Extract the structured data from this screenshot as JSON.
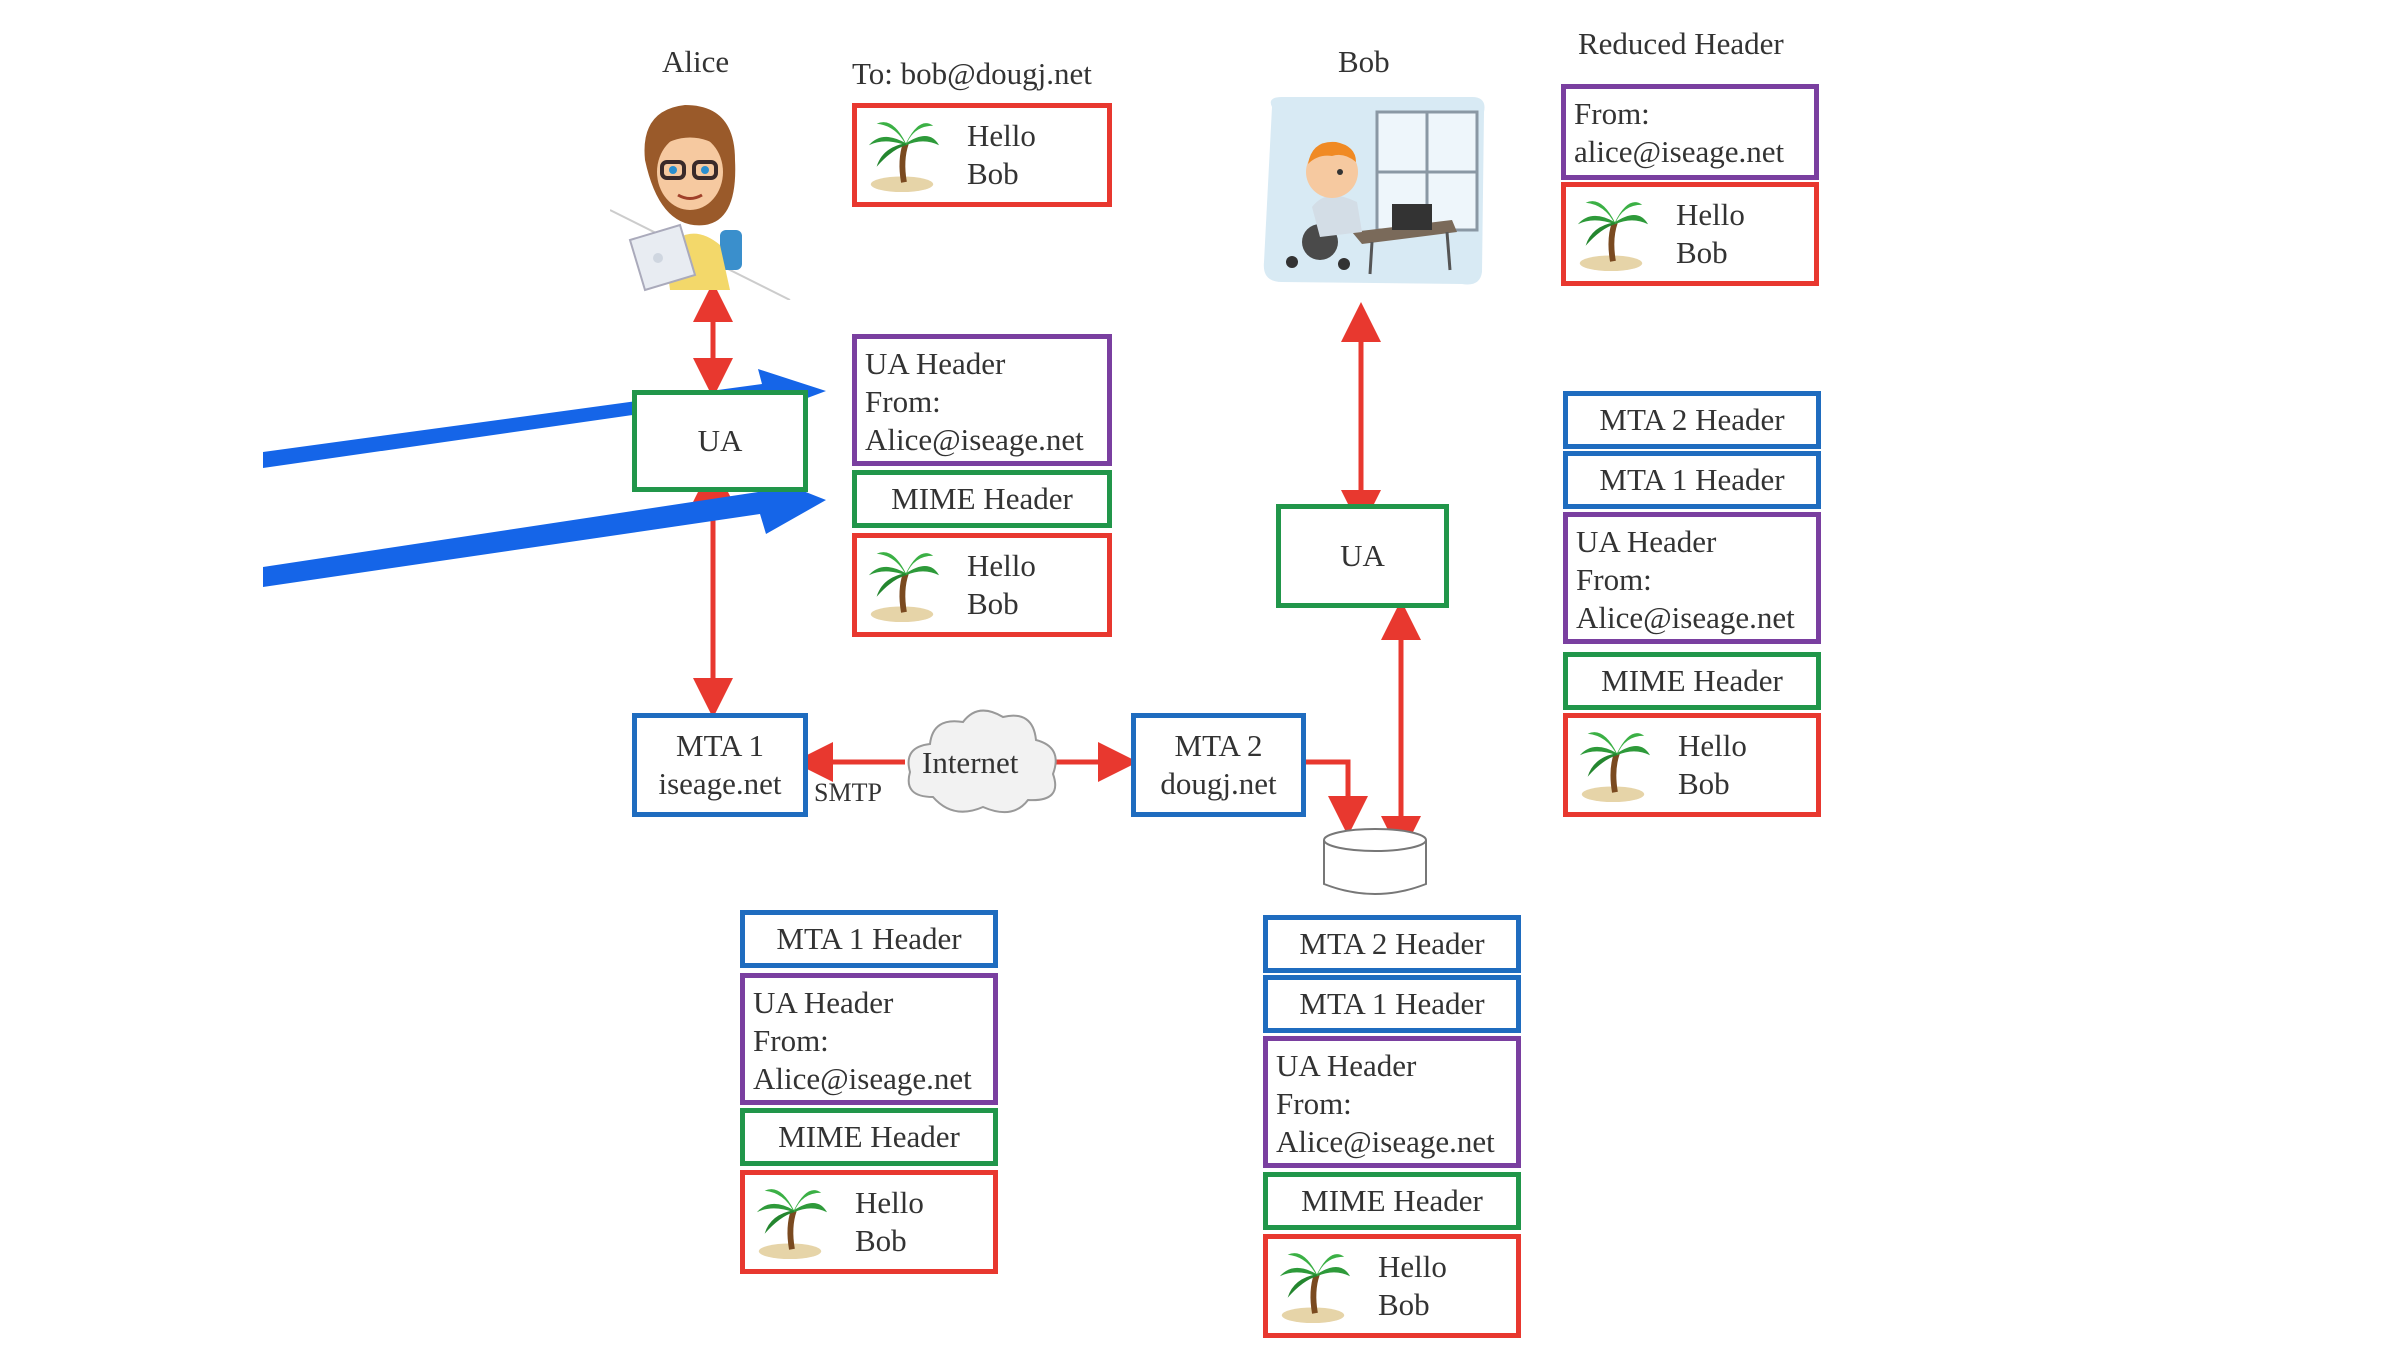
{
  "alice": {
    "label": "Alice",
    "to_line": "To: bob@dougj.net"
  },
  "bob": {
    "label": "Bob",
    "reduced_header_title": "Reduced Header"
  },
  "message": {
    "line1": "Hello",
    "line2": "Bob"
  },
  "headers": {
    "ua_header": "UA Header",
    "from_label": "From:",
    "from_address": "Alice@iseage.net",
    "from_address_reduced": "alice@iseage.net",
    "mime_header": "MIME Header",
    "mta1_header": "MTA 1 Header",
    "mta2_header": "MTA 2 Header"
  },
  "nodes": {
    "ua": "UA",
    "mta1_name": "MTA 1",
    "mta1_domain": "iseage.net",
    "mta2_name": "MTA 2",
    "mta2_domain": "dougj.net",
    "internet": "Internet",
    "smtp": "SMTP"
  },
  "colors": {
    "message_border": "#e8382f",
    "ua_header_border": "#7a3fa0",
    "mime_border": "#21964a",
    "mta_border": "#1f6cbf",
    "flow_arrow": "#e8382f",
    "highlight_arrow": "#1565e8"
  },
  "icons": [
    "alice-avatar-icon",
    "bob-avatar-icon",
    "palm-tree-icon",
    "cloud-icon",
    "database-icon"
  ]
}
